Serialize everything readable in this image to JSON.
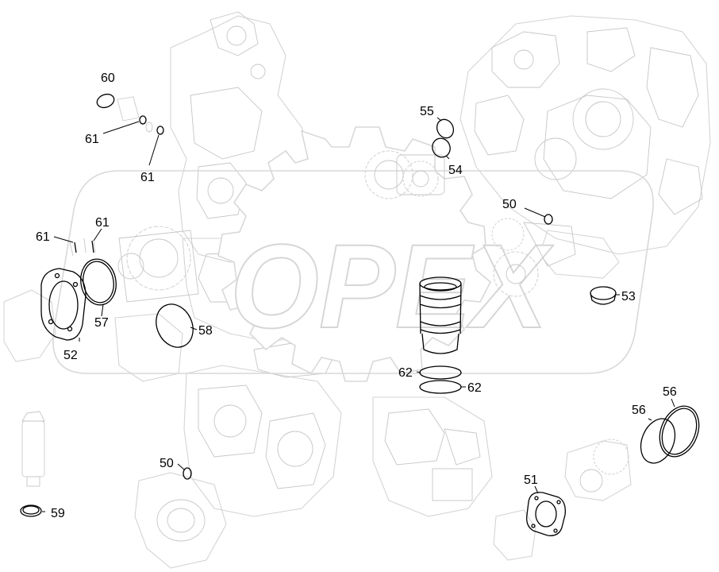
{
  "watermark": {
    "text": "OPEX"
  },
  "callouts": [
    {
      "id": "c60",
      "label": "60"
    },
    {
      "id": "c61a",
      "label": "61"
    },
    {
      "id": "c61b",
      "label": "61"
    },
    {
      "id": "c61c",
      "label": "61"
    },
    {
      "id": "c61d",
      "label": "61"
    },
    {
      "id": "c52",
      "label": "52"
    },
    {
      "id": "c57",
      "label": "57"
    },
    {
      "id": "c58",
      "label": "58"
    },
    {
      "id": "c55",
      "label": "55"
    },
    {
      "id": "c54",
      "label": "54"
    },
    {
      "id": "c50a",
      "label": "50"
    },
    {
      "id": "c53",
      "label": "53"
    },
    {
      "id": "c62a",
      "label": "62"
    },
    {
      "id": "c62b",
      "label": "62"
    },
    {
      "id": "c56a",
      "label": "56"
    },
    {
      "id": "c56b",
      "label": "56"
    },
    {
      "id": "c50b",
      "label": "50"
    },
    {
      "id": "c51",
      "label": "51"
    },
    {
      "id": "c59",
      "label": "59"
    }
  ]
}
